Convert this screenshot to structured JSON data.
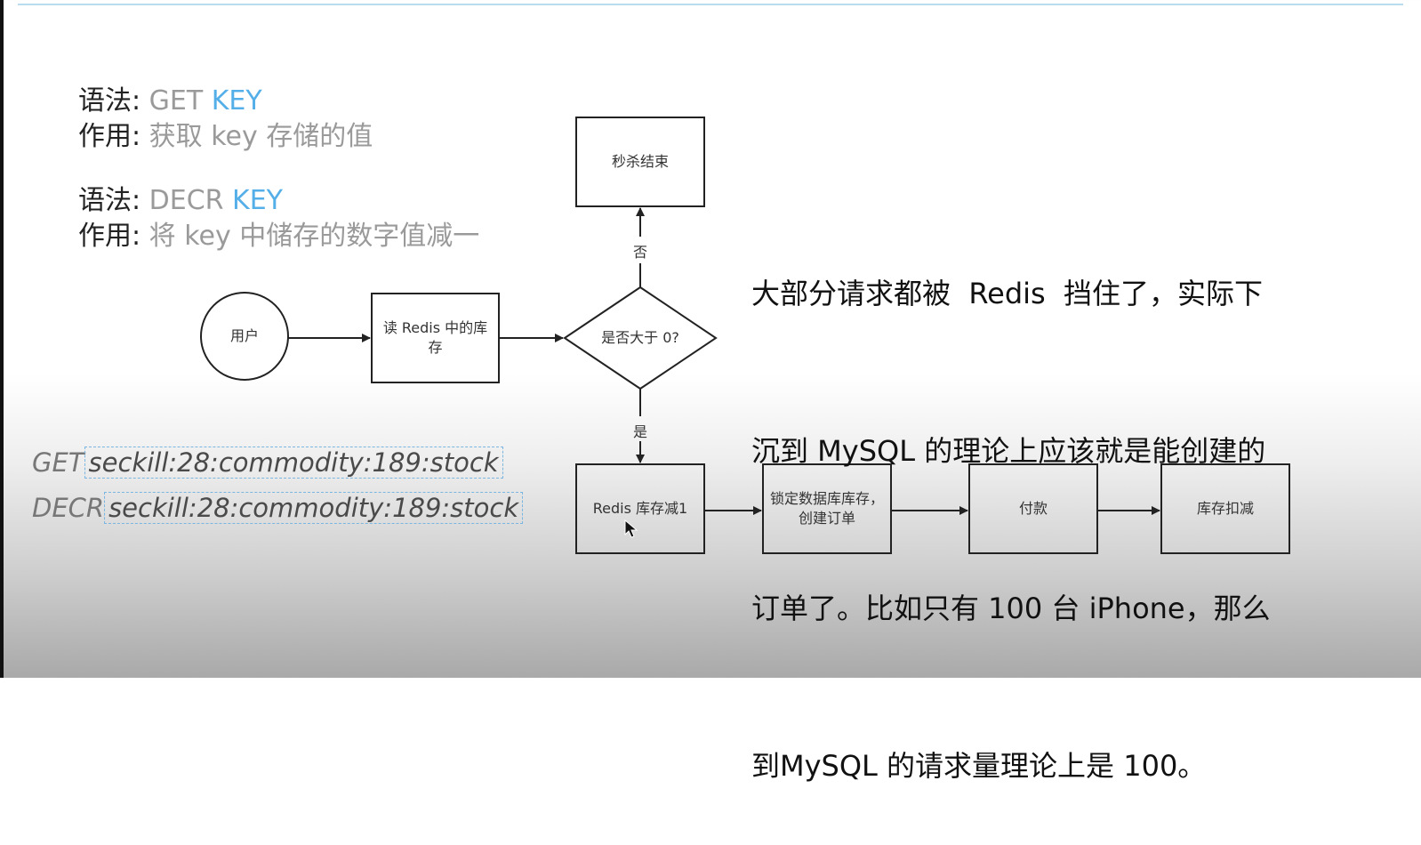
{
  "syntax_blocks": [
    {
      "syntax_label": "语法: ",
      "command": "GET ",
      "key": "KEY",
      "usage_label": "作用: ",
      "usage": "获取 key 存储的值"
    },
    {
      "syntax_label": "语法: ",
      "command": "DECR ",
      "key": "KEY",
      "usage_label": "作用: ",
      "usage": "将 key 中储存的数字值减一"
    }
  ],
  "flow": {
    "user": "用户",
    "read_redis": "读 Redis 中的库存",
    "decision": "是否大于 0?",
    "end": "秒杀结束",
    "no_label": "否",
    "yes_label": "是",
    "redis_decr": "Redis 库存减1",
    "lock_db": "锁定数据库库存，创建订单",
    "pay": "付款",
    "deduct": "库存扣减"
  },
  "explanation_lines": [
    "大部分请求都被  Redis  挡住了，实际下",
    "沉到 MySQL 的理论上应该就是能创建的",
    "订单了。比如只有 100 台 iPhone，那么",
    "到MySQL 的请求量理论上是 100。"
  ],
  "commands": [
    {
      "keyword": "GET",
      "argument": "seckill:28:commodity:189:stock"
    },
    {
      "keyword": "DECR",
      "argument": "seckill:28:commodity:189:stock"
    }
  ]
}
